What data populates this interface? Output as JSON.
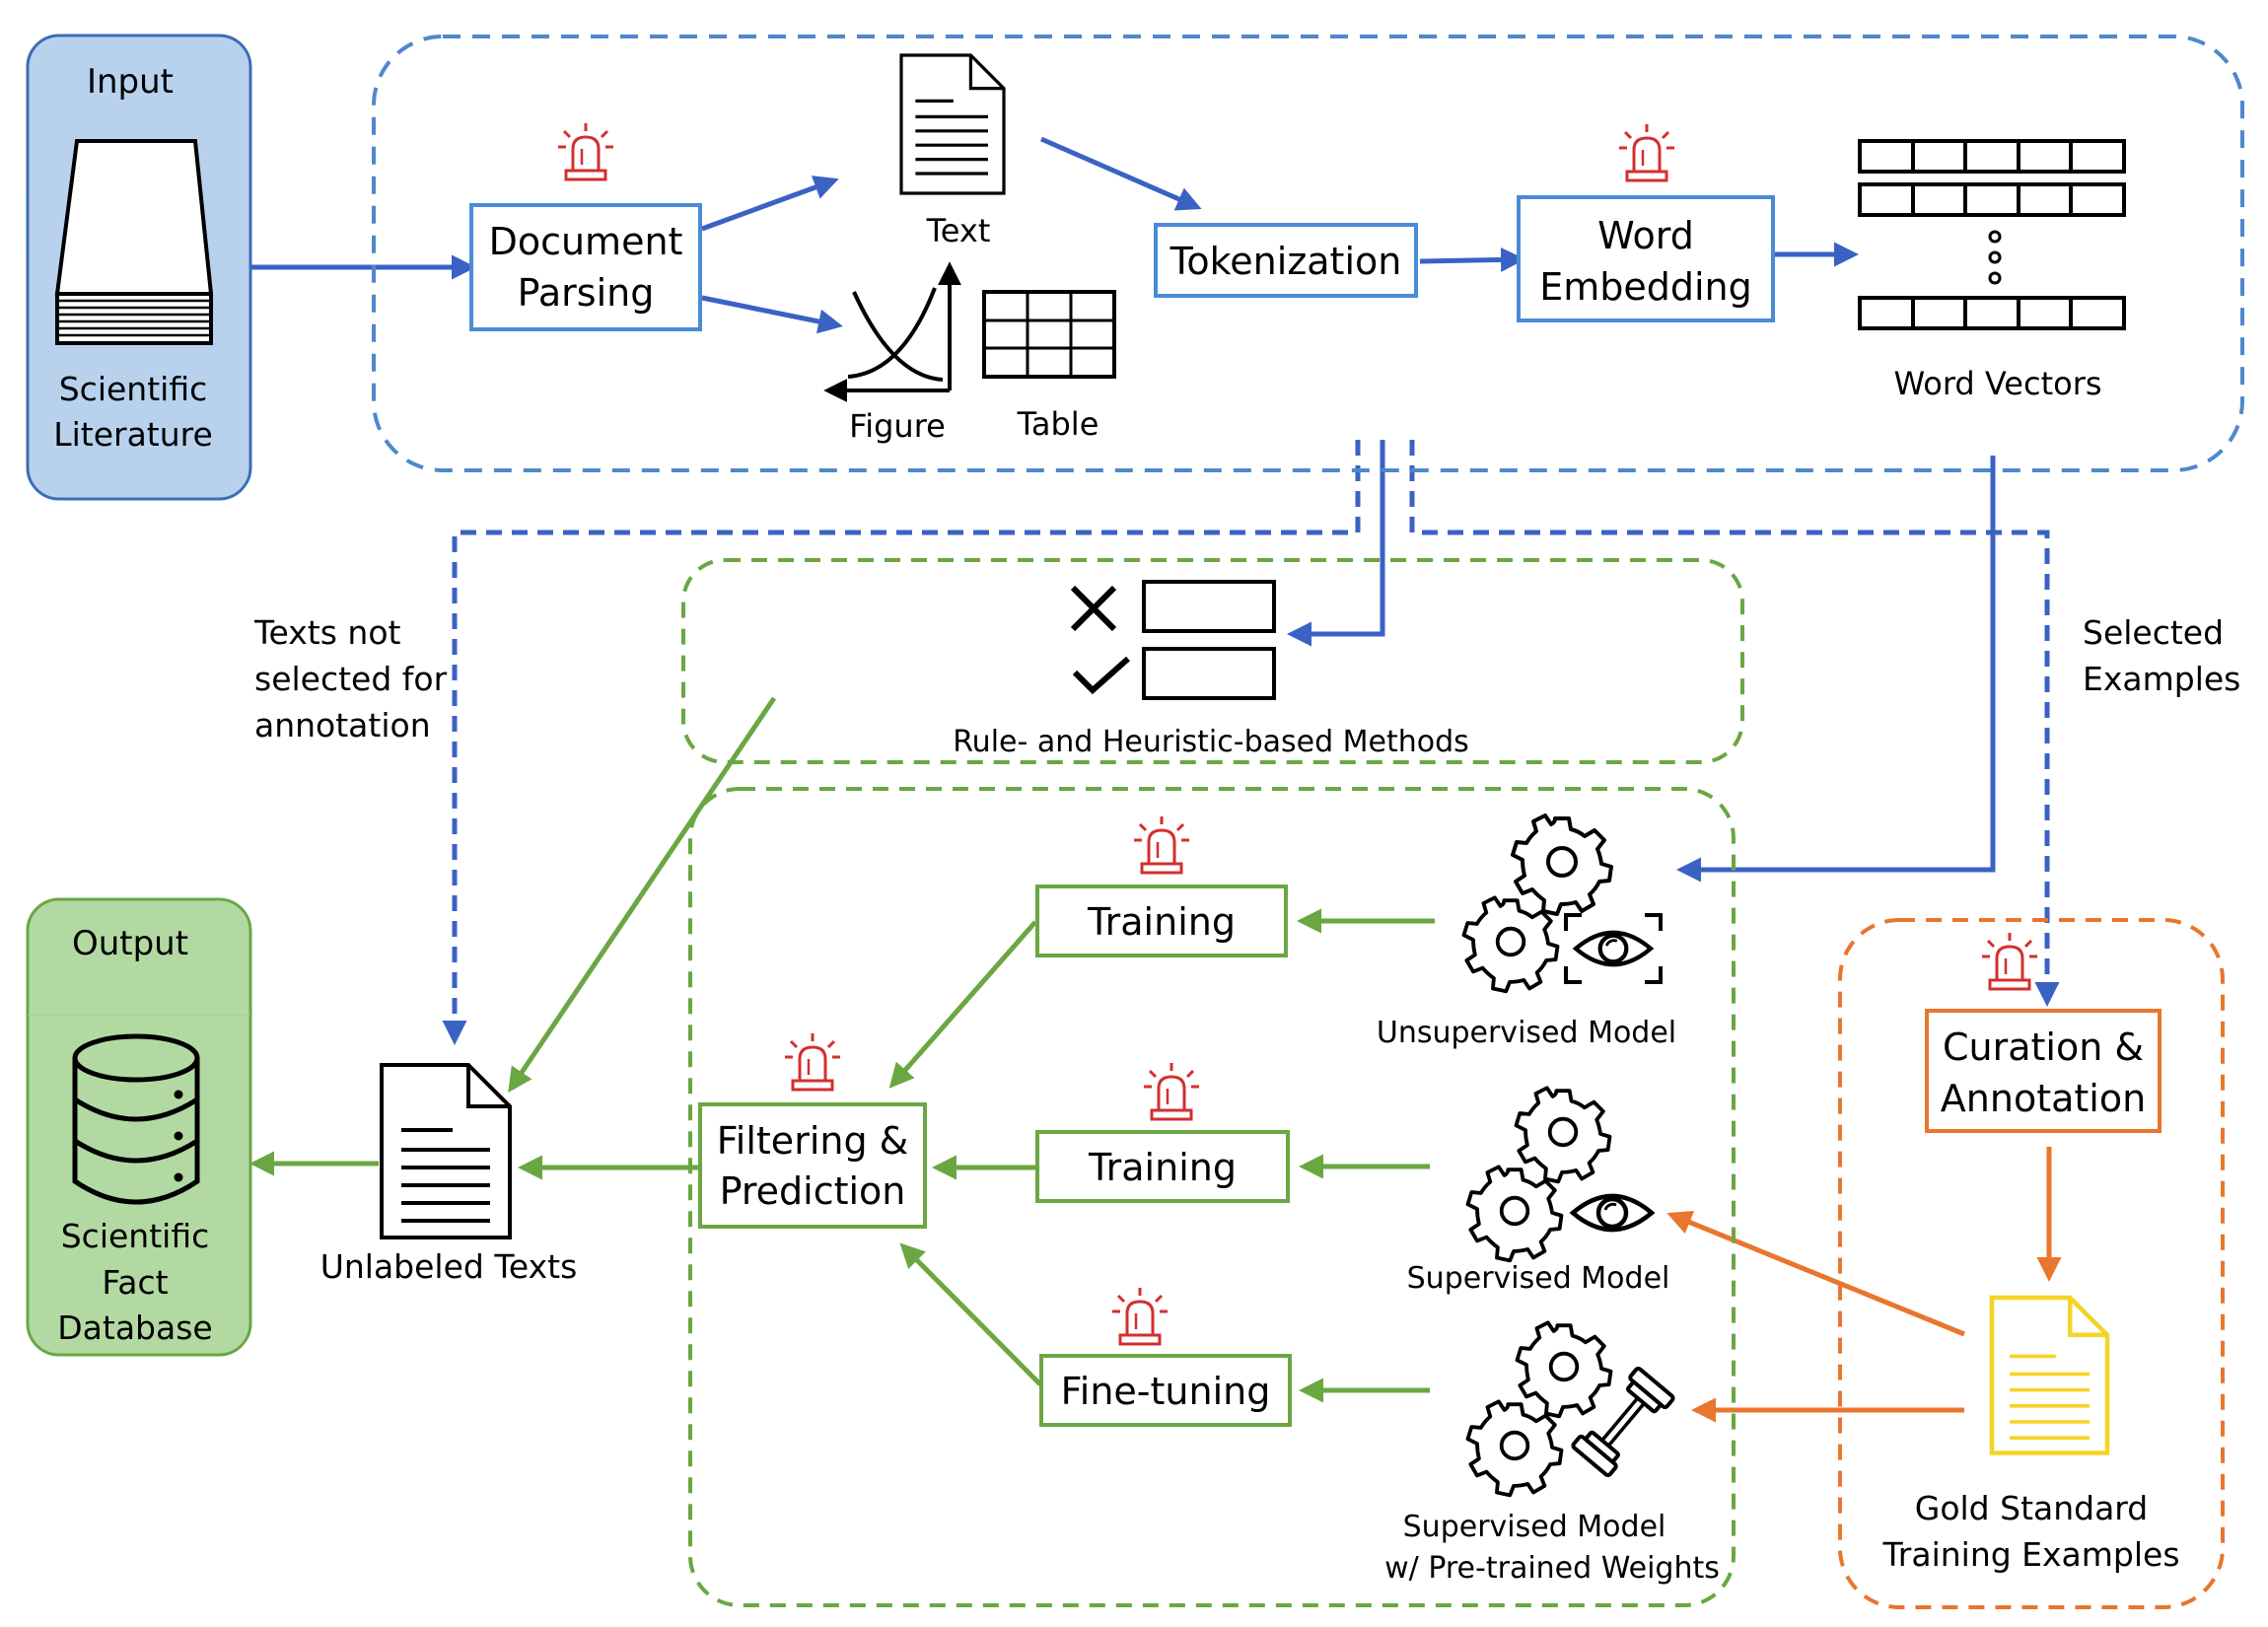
{
  "colors": {
    "blue_arrow": "#3a62c4",
    "blue_box": "#4a8bd6",
    "blue_dash": "#4f88cc",
    "green": "#6aa742",
    "orange": "#e8762d",
    "input_fill": "#b8d2ee",
    "output_fill": "#b3d9a3",
    "alarm_red": "#d32f2f",
    "doc_yellow": "#f5d327"
  },
  "input_panel": {
    "title": "Input",
    "caption_line1": "Scientific",
    "caption_line2": "Literature"
  },
  "output_panel": {
    "title": "Output",
    "caption_line1": "Scientific",
    "caption_line2": "Fact",
    "caption_line3": "Database"
  },
  "preprocess": {
    "document_parsing_line1": "Document",
    "document_parsing_line2": "Parsing",
    "text_label": "Text",
    "figure_label": "Figure",
    "table_label": "Table",
    "tokenization": "Tokenization",
    "word_embedding_line1": "Word",
    "word_embedding_line2": "Embedding",
    "word_vectors": "Word Vectors"
  },
  "rule_based": {
    "label": "Rule- and Heuristic-based Methods"
  },
  "side_labels": {
    "not_selected_line1": "Texts not",
    "not_selected_line2": "selected for",
    "not_selected_line3": "annotation",
    "selected_line1": "Selected",
    "selected_line2": "Examples"
  },
  "models": {
    "training_1": "Training",
    "training_2": "Training",
    "fine_tuning": "Fine-tuning",
    "filtering_line1": "Filtering &",
    "filtering_line2": "Prediction",
    "unsupervised": "Unsupervised Model",
    "supervised": "Supervised Model",
    "pretrained_line1": "Supervised Model",
    "pretrained_line2": "w/ Pre-trained Weights"
  },
  "unlabeled_texts": "Unlabeled Texts",
  "curation": {
    "line1": "Curation &",
    "line2": "Annotation",
    "gold_line1": "Gold Standard",
    "gold_line2": "Training Examples"
  },
  "icons": [
    "book-stack-icon",
    "text-document-icon",
    "figure-chart-icon",
    "table-icon",
    "word-vector-icon",
    "alarm-light-icon",
    "cross-icon",
    "check-icon",
    "gear-icon",
    "eye-icon",
    "dumbbell-icon",
    "database-icon",
    "gold-document-icon"
  ]
}
